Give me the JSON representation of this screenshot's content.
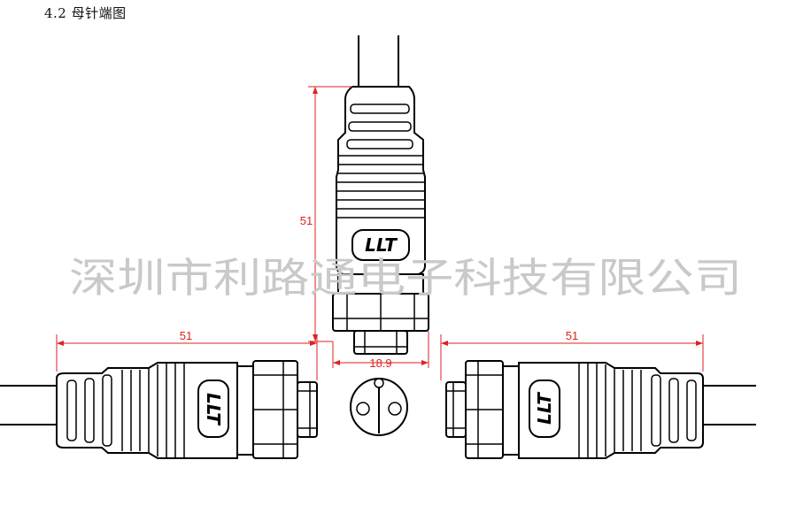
{
  "section_title": "4.2 母针端图",
  "watermark": "深圳市利路通电子科技有限公司",
  "logo_text": "LLT",
  "dimensions": {
    "top_length": "51",
    "diameter": "18.9",
    "left_length": "51",
    "right_length": "51"
  },
  "colors": {
    "outline": "#000000",
    "dimension": "#dd2222",
    "watermark": "#c9c9c9"
  }
}
